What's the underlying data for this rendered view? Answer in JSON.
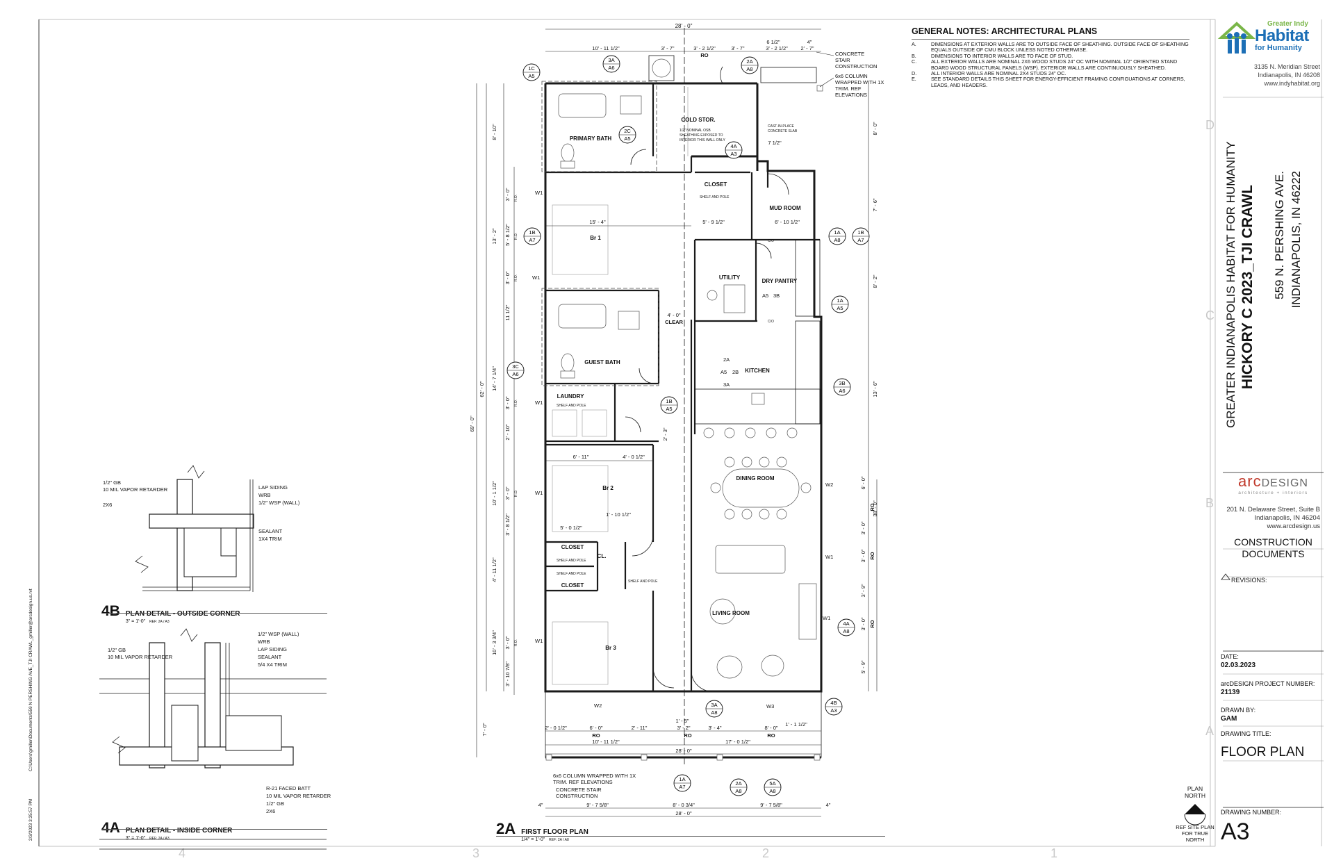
{
  "colors": {
    "line": "#1a1a1a",
    "light_line": "#9a9a9a",
    "habitat_blue": "#1c6fb6",
    "habitat_green": "#7ab648",
    "arc_red": "#c0392b"
  },
  "icons": [
    "habitat-logo-icon",
    "north-arrow-icon"
  ],
  "grid": {
    "cols": [
      "4",
      "3",
      "2",
      "1"
    ],
    "rows": [
      "D",
      "C",
      "B",
      "A"
    ]
  },
  "sidebar_path": "C:\\Users\\gmiller\\Documents\\559 N PERSHING AVE_TJI CRAWL_gmiller@arcdesign.us.rvt",
  "print_date": "2/3/2023 3:35:57 PM",
  "notes": {
    "title": "GENERAL NOTES: ARCHITECTURAL PLANS",
    "items": [
      {
        "key": "A.",
        "text": "DIMENSIONS AT EXTERIOR WALLS ARE TO OUTSIDE FACE OF SHEATHING. OUTSIDE FACE OF SHEATHING EQUALS OUTSIDE OF CMU BLOCK UNLESS NOTED OTHERWISE."
      },
      {
        "key": "B.",
        "text": "DIMENSIONS TO INTERIOR WALLS ARE TO FACE OF STUD."
      },
      {
        "key": "C.",
        "text": "ALL EXTERIOR WALLS ARE NOMINAL 2X6 WOOD STUDS 24\" OC WITH NOMINAL 1/2\" ORIENTED STAND BOARD WOOD STRUCTURAL PANELS (WSP). EXTERIOR WALLS ARE CONTINUOUSLY SHEATHED."
      },
      {
        "key": "D.",
        "text": "ALL INTERIOR WALLS ARE NOMINAL 2X4 STUDS 24\" OC."
      },
      {
        "key": "E.",
        "text": "SEE STANDARD DETAILS THIS SHEET FOR ENERGY-EFFICIENT FRAMING CONFIGUATIONS AT CORNERS, LEADS, AND HEADERS."
      }
    ]
  },
  "habitat": {
    "tag": "Greater Indy",
    "name1": "Habitat",
    "name2": "for Humanity",
    "addr1": "3135 N. Meridian Street",
    "addr2": "Indianapolis, IN 46208",
    "web": "www.indyhabitat.org"
  },
  "project": {
    "client": "GREATER INDIANAPOLIS HABITAT FOR HUMANITY",
    "name": "HICKORY C 2023_TJI CRAWL",
    "street": "559 N. PERSHING AVE.",
    "city": "INDIANAPOLIS, IN 46222"
  },
  "arc": {
    "logo_a": "arc",
    "logo_b": "DESIGN",
    "tagline": "architecture + interiors",
    "addr1": "201 N. Delaware Street, Suite B",
    "addr2": "Indianapolis, IN  46204",
    "web": "www.arcdesign.us"
  },
  "title_block": {
    "phase1": "CONSTRUCTION",
    "phase2": "DOCUMENTS",
    "revisions": "REVISIONS:",
    "date_label": "DATE:",
    "date": "02.03.2023",
    "projno_label": "arcDESIGN PROJECT NUMBER:",
    "projno": "21139",
    "drawn_label": "DRAWN BY:",
    "drawn": "GAM",
    "title_label": "DRAWING TITLE:",
    "title": "FLOOR PLAN",
    "number_label": "DRAWING NUMBER:",
    "number": "A3"
  },
  "north": {
    "l1": "PLAN",
    "l2": "NORTH",
    "r1": "REF SITE PLAN",
    "r2": "FOR TRUE",
    "r3": "NORTH"
  },
  "plan_title": {
    "num": "2A",
    "title": "FIRST FLOOR PLAN",
    "scale": "1/4\" = 1'-0\"",
    "ref": "REF: 2A / A8"
  },
  "detail_4b": {
    "num": "4B",
    "title": "PLAN DETAIL - OUTSIDE CORNER",
    "scale": "3\" = 1'-0\"",
    "ref": "REF: 2A / A3",
    "labels_left": [
      "1/2\" GB",
      "10 MIL VAPOR RETARDER",
      "2X6"
    ],
    "labels_right": [
      "LAP SIDING",
      "WRB",
      "1/2\" WSP (WALL)",
      "SEALANT",
      "1X4 TRIM"
    ]
  },
  "detail_4a": {
    "num": "4A",
    "title": "PLAN DETAIL - INSIDE CORNER",
    "scale": "3\" = 1'-0\"",
    "ref": "REF: 2A / A3",
    "labels_left": [
      "1/2\" GB",
      "10 MIL VAPOR RETARDER"
    ],
    "labels_right": [
      "1/2\" WSP (WALL)",
      "WRB",
      "LAP SIDING",
      "SEALANT",
      "5/4 X4 TRIM"
    ],
    "labels_bottom": [
      "R-21 FACED BATT",
      "10 MIL VAPOR RETARDER",
      "1/2\" GB",
      "2X6"
    ]
  },
  "rooms": {
    "primary_bath": "PRIMARY BATH",
    "cold_stor": "COLD STOR.",
    "closet_top": "CLOSET",
    "mud_room": "MUD ROOM",
    "br1": "Br 1",
    "utility": "UTILITY",
    "dry_pantry": "DRY PANTRY",
    "guest_bath": "GUEST BATH",
    "kitchen": "KITCHEN",
    "laundry": "LAUNDRY",
    "br2": "Br 2",
    "dining": "DINING ROOM",
    "closet_a": "CLOSET",
    "closet_b": "CLOSET",
    "cl": "CL.",
    "living": "LIVING ROOM",
    "br3": "Br 3",
    "clear": "CLEAR"
  },
  "small_notes": {
    "shelf": "SHELF AND POLE",
    "shelf2": "SHELF AND POLE",
    "shelf3": "SHELF AND POLE",
    "shelf4": "SHELF AND POLE",
    "shelf5": "SHELF AND POLE",
    "osb1": "1/2\" NOMINAL OSB",
    "osb2": "SHEATHING EXPOSED TO",
    "osb3": "INTERIOR THIS WALL ONLY",
    "cip1": "CAST-IN-PLACE",
    "cip2": "CONCRETE SLAB",
    "conc_stair1": "CONCRETE",
    "conc_stair2": "STAIR",
    "conc_stair3": "CONSTRUCTION",
    "col1": "6x6 COLUMN",
    "col2": "WRAPPED WITH 1X",
    "col3": "TRIM. REF",
    "col4": "ELEVATIONS",
    "bcol1": "6x6 COLUMN WRAPPED WITH 1X",
    "bcol2": "TRIM. REF ELEVATIONS",
    "bstair1": "CONCRETE STAIR",
    "bstair2": "CONSTRUCTION"
  },
  "dims": {
    "top_overall": "28' - 0\"",
    "top_left": "10' - 11 1/2\"",
    "t1": "3' - 7\"",
    "t2": "3' - 2 1/2\"",
    "t3": "3' - 7\"",
    "t4": "6 1/2\"",
    "t5": "3' - 2 1/2\"",
    "t6": "4\"",
    "t7": "2' - 7\"",
    "ro_top": "RO",
    "left_8_10": "8' - 10\"",
    "left_13_2": "13' - 2\"",
    "left_62": "62' - 0\"",
    "left_69": "69' - 0\"",
    "left_14_7": "14' - 7 1/4\"",
    "left_11_half": "11 1/2\"",
    "left_10_1": "10' - 1 1/2\"",
    "left_4_11": "4' - 11 1/2\"",
    "left_10_3": "10' - 3 3/4\"",
    "left_3_10": "3' - 10 7/8\"",
    "left_7": "7' - 0\"",
    "r_8_0": "8' - 0\"",
    "r_7_6": "7' - 6\"",
    "r_8_2": "8' - 2\"",
    "r_13_6": "13' - 6\"",
    "r_38": "38' - 0\"",
    "r_6_0": "6' - 0\"",
    "r_3_0a": "3' - 0\"",
    "r_3_9": "3' - 9\"",
    "r_3_0b": "3' - 0\"",
    "r_5_9": "5' - 9\"",
    "ro": "RO",
    "d_15_4": "15' - 4\"",
    "d_5_9": "5' - 9 1/2\"",
    "d_6_10": "6' - 10 1/2\"",
    "d_7_half": "7 1/2\"",
    "d_4_0": "4' - 0\"",
    "d_6_11": "6' - 11\"",
    "d_4_0b": "4' - 0 1/2\"",
    "d_1_10": "1' - 10 1/2\"",
    "d_5_0": "5' - 0 1/2\"",
    "bot_2_0": "2' - 0 1/2\"",
    "bot_6_0": "6' - 0\"",
    "bot_2_11": "2' - 11\"",
    "bot_1_5": "1' - 5\"",
    "bot_3_2": "3' - 2\"",
    "bot_3_4": "3' - 4\"",
    "bot_8_0": "8' - 0\"",
    "bot_1_1": "1' - 1 1/2\"",
    "bot_10_11": "10' - 11 1/2\"",
    "bot_17_0": "17' - 0 1/2\"",
    "bot_28a": "28' - 0\"",
    "bot_9_7a": "9' - 7 5/8\"",
    "bot_8_0_3": "8' - 0 3/4\"",
    "bot_9_7b": "9' - 7 5/8\"",
    "bot_4a": "4\"",
    "bot_4b": "4\"",
    "bot_28b": "28' - 0\"",
    "ro_a": "RO",
    "ro_b": "RO",
    "ro_c": "RO",
    "ro_r1": "RO",
    "ro_r2": "RO",
    "ro_r3": "RO",
    "ro_l1": "R.O.",
    "ro_l2": "R.O.",
    "ro_l3": "R.O.",
    "ro_l4": "R.O.",
    "ro_l5": "R.O.",
    "ro_l6": "R.O.",
    "l3_0a": "3' - 0\"",
    "l5_8": "5' - 8 1/2\"",
    "l3_0b": "3' - 0\"",
    "l3_0c": "3' - 0\"",
    "l2_10": "2' - 10\"",
    "l3_0d": "3' - 0\"",
    "l3_8": "3' - 8 1/2\"",
    "l3_0e": "3' - 0\"",
    "l2_3": "2' - 3\""
  },
  "tags": {
    "w1a": "W1",
    "w1b": "W1",
    "w1c": "W1",
    "w1d": "W1",
    "w1e": "W1",
    "w1f": "W1",
    "w1g": "W1",
    "w2a": "W2",
    "w2b": "W2",
    "w3": "W3",
    "co": "C/O",
    "co2": "C/O"
  },
  "callouts": [
    {
      "top": "1C",
      "bot": "A5"
    },
    {
      "top": "3A",
      "bot": "A6"
    },
    {
      "top": "2A",
      "bot": "A8"
    },
    {
      "top": "2C",
      "bot": "A5"
    },
    {
      "top": "4A",
      "bot": "A3"
    },
    {
      "top": "1B",
      "bot": "A7"
    },
    {
      "top": "1A",
      "bot": "A8"
    },
    {
      "top": "1B",
      "bot": "A7"
    },
    {
      "top": "1A",
      "bot": "A5"
    },
    {
      "top": "3C",
      "bot": "A6"
    },
    {
      "top": "1B",
      "bot": "A5"
    },
    {
      "top": "3B",
      "bot": "A6"
    },
    {
      "top": "4A",
      "bot": "A8"
    },
    {
      "top": "3A",
      "bot": "A8"
    },
    {
      "top": "4B",
      "bot": "A3"
    },
    {
      "top": "1A",
      "bot": "A7"
    },
    {
      "top": "2A",
      "bot": "A8"
    },
    {
      "top": "5A",
      "bot": "A8"
    }
  ],
  "kitchen_tags": {
    "a": "2A",
    "b": "A5",
    "c": "2B",
    "d": "3A",
    "e": "A5",
    "f": "3B"
  }
}
